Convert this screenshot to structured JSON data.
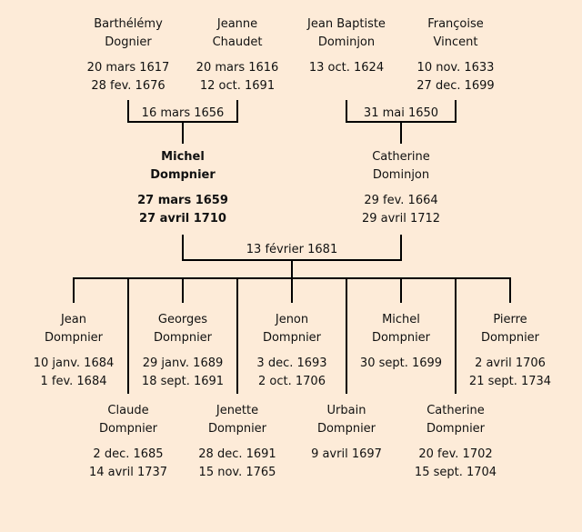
{
  "colors": {
    "background": "#fdebd8",
    "line": "#000000",
    "text": "#111111"
  },
  "grandparents": [
    {
      "first": "Barthélémy",
      "last": "Dognier",
      "born": "20 mars 1617",
      "died": "28 fev. 1676"
    },
    {
      "first": "Jeanne",
      "last": "Chaudet",
      "born": "20 mars 1616",
      "died": "12 oct. 1691"
    },
    {
      "first": "Jean Baptiste",
      "last": "Dominjon",
      "born": "13 oct. 1624",
      "died": ""
    },
    {
      "first": "Françoise",
      "last": "Vincent",
      "born": "10 nov. 1633",
      "died": "27 dec. 1699"
    }
  ],
  "grandparent_marriages": [
    {
      "date": "16 mars 1656"
    },
    {
      "date": "31 mai 1650"
    }
  ],
  "parents": [
    {
      "first": "Michel",
      "last": "Dompnier",
      "born": "27 mars 1659",
      "died": "27 avril 1710",
      "highlight": true
    },
    {
      "first": "Catherine",
      "last": "Dominjon",
      "born": "29 fev. 1664",
      "died": "29 avril 1712",
      "highlight": false
    }
  ],
  "parent_marriage": {
    "date": "13 février 1681"
  },
  "children": [
    {
      "first": "Jean",
      "last": "Dompnier",
      "born": "10 janv. 1684",
      "died": "1 fev. 1684"
    },
    {
      "first": "Claude",
      "last": "Dompnier",
      "born": "2 dec. 1685",
      "died": "14 avril 1737"
    },
    {
      "first": "Georges",
      "last": "Dompnier",
      "born": "29 janv. 1689",
      "died": "18 sept. 1691"
    },
    {
      "first": "Jenette",
      "last": "Dompnier",
      "born": "28 dec. 1691",
      "died": "15 nov. 1765"
    },
    {
      "first": "Jenon",
      "last": "Dompnier",
      "born": "3 dec. 1693",
      "died": "2 oct. 1706"
    },
    {
      "first": "Urbain",
      "last": "Dompnier",
      "born": "9 avril 1697",
      "died": ""
    },
    {
      "first": "Michel",
      "last": "Dompnier",
      "born": "30 sept. 1699",
      "died": ""
    },
    {
      "first": "Catherine",
      "last": "Dompnier",
      "born": "20 fev. 1702",
      "died": "15 sept. 1704"
    },
    {
      "first": "Pierre",
      "last": "Dompnier",
      "born": "2 avril 1706",
      "died": "21 sept. 1734"
    }
  ]
}
